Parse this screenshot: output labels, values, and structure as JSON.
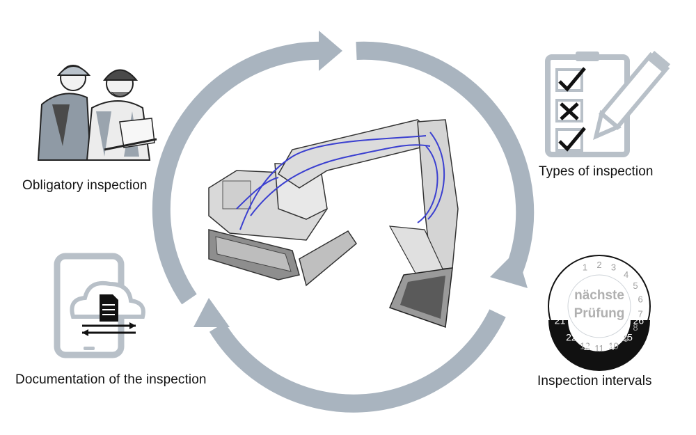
{
  "labels": {
    "obligatory": "Obligatory inspection",
    "types": "Types of inspection",
    "documentation": "Documentation of the inspection",
    "intervals": "Inspection intervals"
  },
  "seal": {
    "line1": "nächste",
    "line2": "Prüfung",
    "months": [
      "1",
      "2",
      "3",
      "4",
      "5",
      "6",
      "7",
      "8",
      "9",
      "10",
      "11",
      "12"
    ],
    "years": [
      "21",
      "22",
      "23",
      "24",
      "25",
      "26"
    ]
  },
  "icons": {
    "workers": "two-inspectors-icon",
    "checklist": "checklist-clipboard-icon",
    "tablet": "tablet-cloud-document-icon",
    "seal": "inspection-sticker-icon",
    "center": "excavator-image"
  },
  "colors": {
    "cycle_arrow": "#a9b4bf",
    "icon_gray": "#b8c0c8",
    "text": "#111111",
    "hydraulic_lines": "#3a3fd0"
  }
}
